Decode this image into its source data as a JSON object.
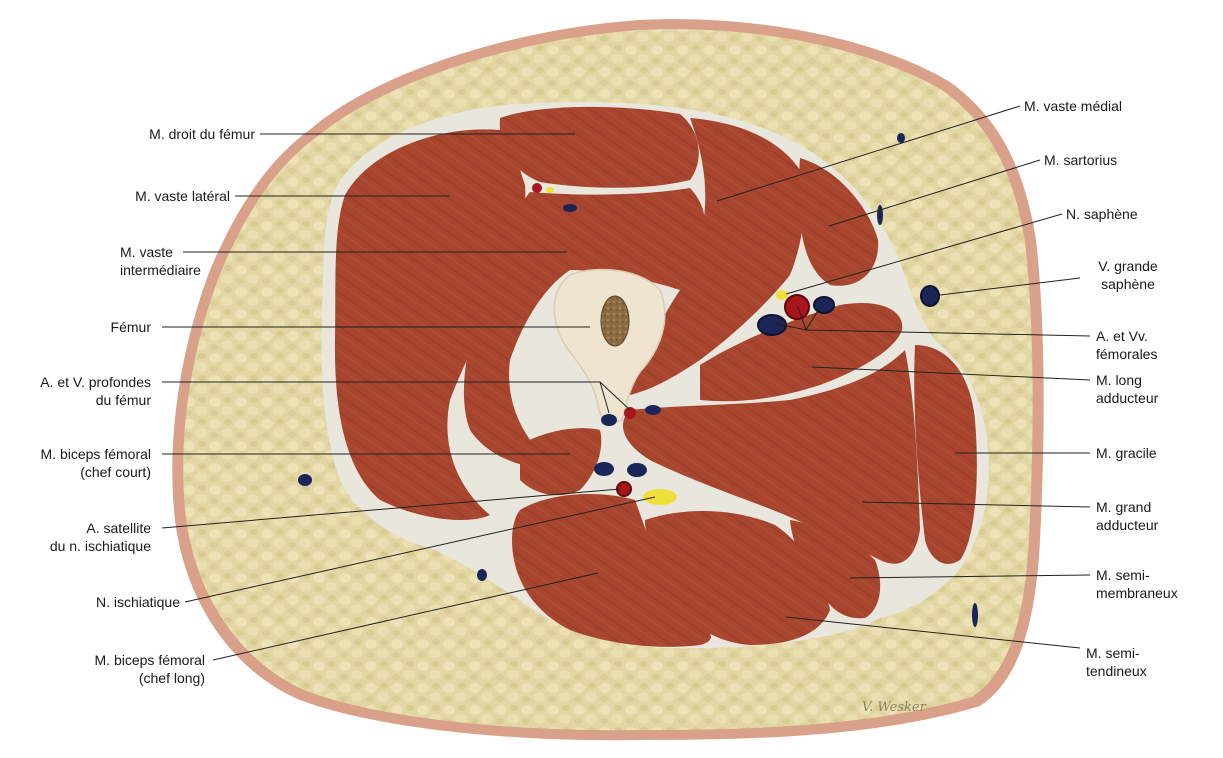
{
  "labels_left": [
    {
      "id": "droit-femur",
      "lines": [
        "M. droit du fémur"
      ]
    },
    {
      "id": "vaste-lateral",
      "lines": [
        "M. vaste latéral"
      ]
    },
    {
      "id": "vaste-intermediaire",
      "lines": [
        "M. vaste",
        "intermédiaire"
      ]
    },
    {
      "id": "femur",
      "lines": [
        "Fémur"
      ]
    },
    {
      "id": "profondes",
      "lines": [
        "A. et V. profondes",
        "du fémur"
      ]
    },
    {
      "id": "biceps-court",
      "lines": [
        "M. biceps fémoral",
        "(chef court)"
      ]
    },
    {
      "id": "satellite",
      "lines": [
        "A. satellite",
        "du n. ischiatique"
      ]
    },
    {
      "id": "ischiatique",
      "lines": [
        "N. ischiatique"
      ]
    },
    {
      "id": "biceps-long",
      "lines": [
        "M. biceps fémoral",
        "(chef long)"
      ]
    }
  ],
  "labels_right": [
    {
      "id": "vaste-medial",
      "lines": [
        "M. vaste médial"
      ]
    },
    {
      "id": "sartorius",
      "lines": [
        "M. sartorius"
      ]
    },
    {
      "id": "saphene-n",
      "lines": [
        "N. saphène"
      ]
    },
    {
      "id": "grande-saphene",
      "lines": [
        "V. grande",
        "saphène"
      ]
    },
    {
      "id": "femorales",
      "lines": [
        "A. et Vv.",
        "fémorales"
      ]
    },
    {
      "id": "long-adducteur",
      "lines": [
        "M. long",
        "adducteur"
      ]
    },
    {
      "id": "gracile",
      "lines": [
        "M. gracile"
      ]
    },
    {
      "id": "grand-adducteur",
      "lines": [
        "M. grand",
        "adducteur"
      ]
    },
    {
      "id": "semimembraneux",
      "lines": [
        "M. semi-",
        "membraneux"
      ]
    },
    {
      "id": "semitendineux",
      "lines": [
        "M. semi-",
        "tendineux"
      ]
    }
  ],
  "signature": "V. Wesker",
  "colors": {
    "skin": "#d9a08a",
    "fat": "#e2d6a4",
    "fascia": "#e9e6dd",
    "muscle": "#a8452f",
    "muscle_dark": "#8e3522",
    "bone": "#eee4cf",
    "marrow": "#8c6a44",
    "artery": "#a8161b",
    "vein": "#1b2557",
    "nerve": "#f0df3a",
    "line": "#222222"
  }
}
